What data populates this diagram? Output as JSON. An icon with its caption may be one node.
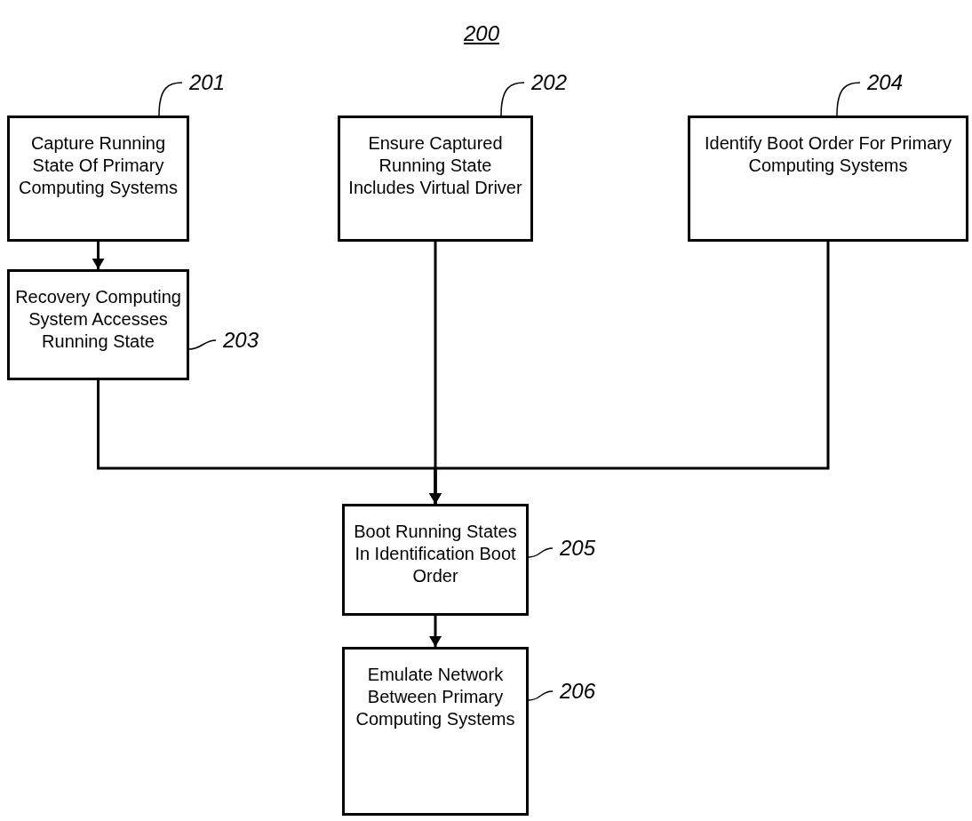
{
  "diagram": {
    "title": "200",
    "nodes": [
      {
        "text": [
          "Capture Running State Of Primary Computing Systems"
        ]
      },
      {
        "text": [
          "Ensure Captured Running State Includes Virtual Driver"
        ]
      },
      {
        "text": [
          "Identify Boot Order For Primary Computing Systems"
        ]
      },
      {
        "text": [
          "Recovery Computing System Accesses Running State"
        ]
      },
      {
        "text": [
          "Boot Running States In Identification Boot Order"
        ]
      },
      {
        "text": [
          "Emulate Network Between Primary Computing Systems"
        ]
      },
      {
        "text": [
          "201"
        ]
      },
      {
        "text": [
          "202"
        ]
      },
      {
        "text": [
          "204"
        ]
      },
      {
        "text": [
          "203"
        ]
      },
      {
        "text": [
          "205"
        ]
      },
      {
        "text": [
          "206"
        ]
      }
    ],
    "edges": [
      {
        "from": 0,
        "to": 3,
        "arrow": "to"
      },
      {
        "from": 3,
        "to": 4,
        "arrow": "to"
      },
      {
        "from": 1,
        "to": 4,
        "arrow": "to"
      },
      {
        "from": 2,
        "to": 4,
        "arrow": "to"
      },
      {
        "from": 4,
        "to": 5,
        "arrow": "to"
      },
      {
        "from": 6,
        "to": 0,
        "arrow": "none"
      },
      {
        "from": 7,
        "to": 1,
        "arrow": "none"
      },
      {
        "from": 8,
        "to": 2,
        "arrow": "none"
      },
      {
        "from": 9,
        "to": 3,
        "arrow": "none"
      },
      {
        "from": 10,
        "to": 4,
        "arrow": "none"
      },
      {
        "from": 11,
        "to": 5,
        "arrow": "none"
      }
    ]
  }
}
